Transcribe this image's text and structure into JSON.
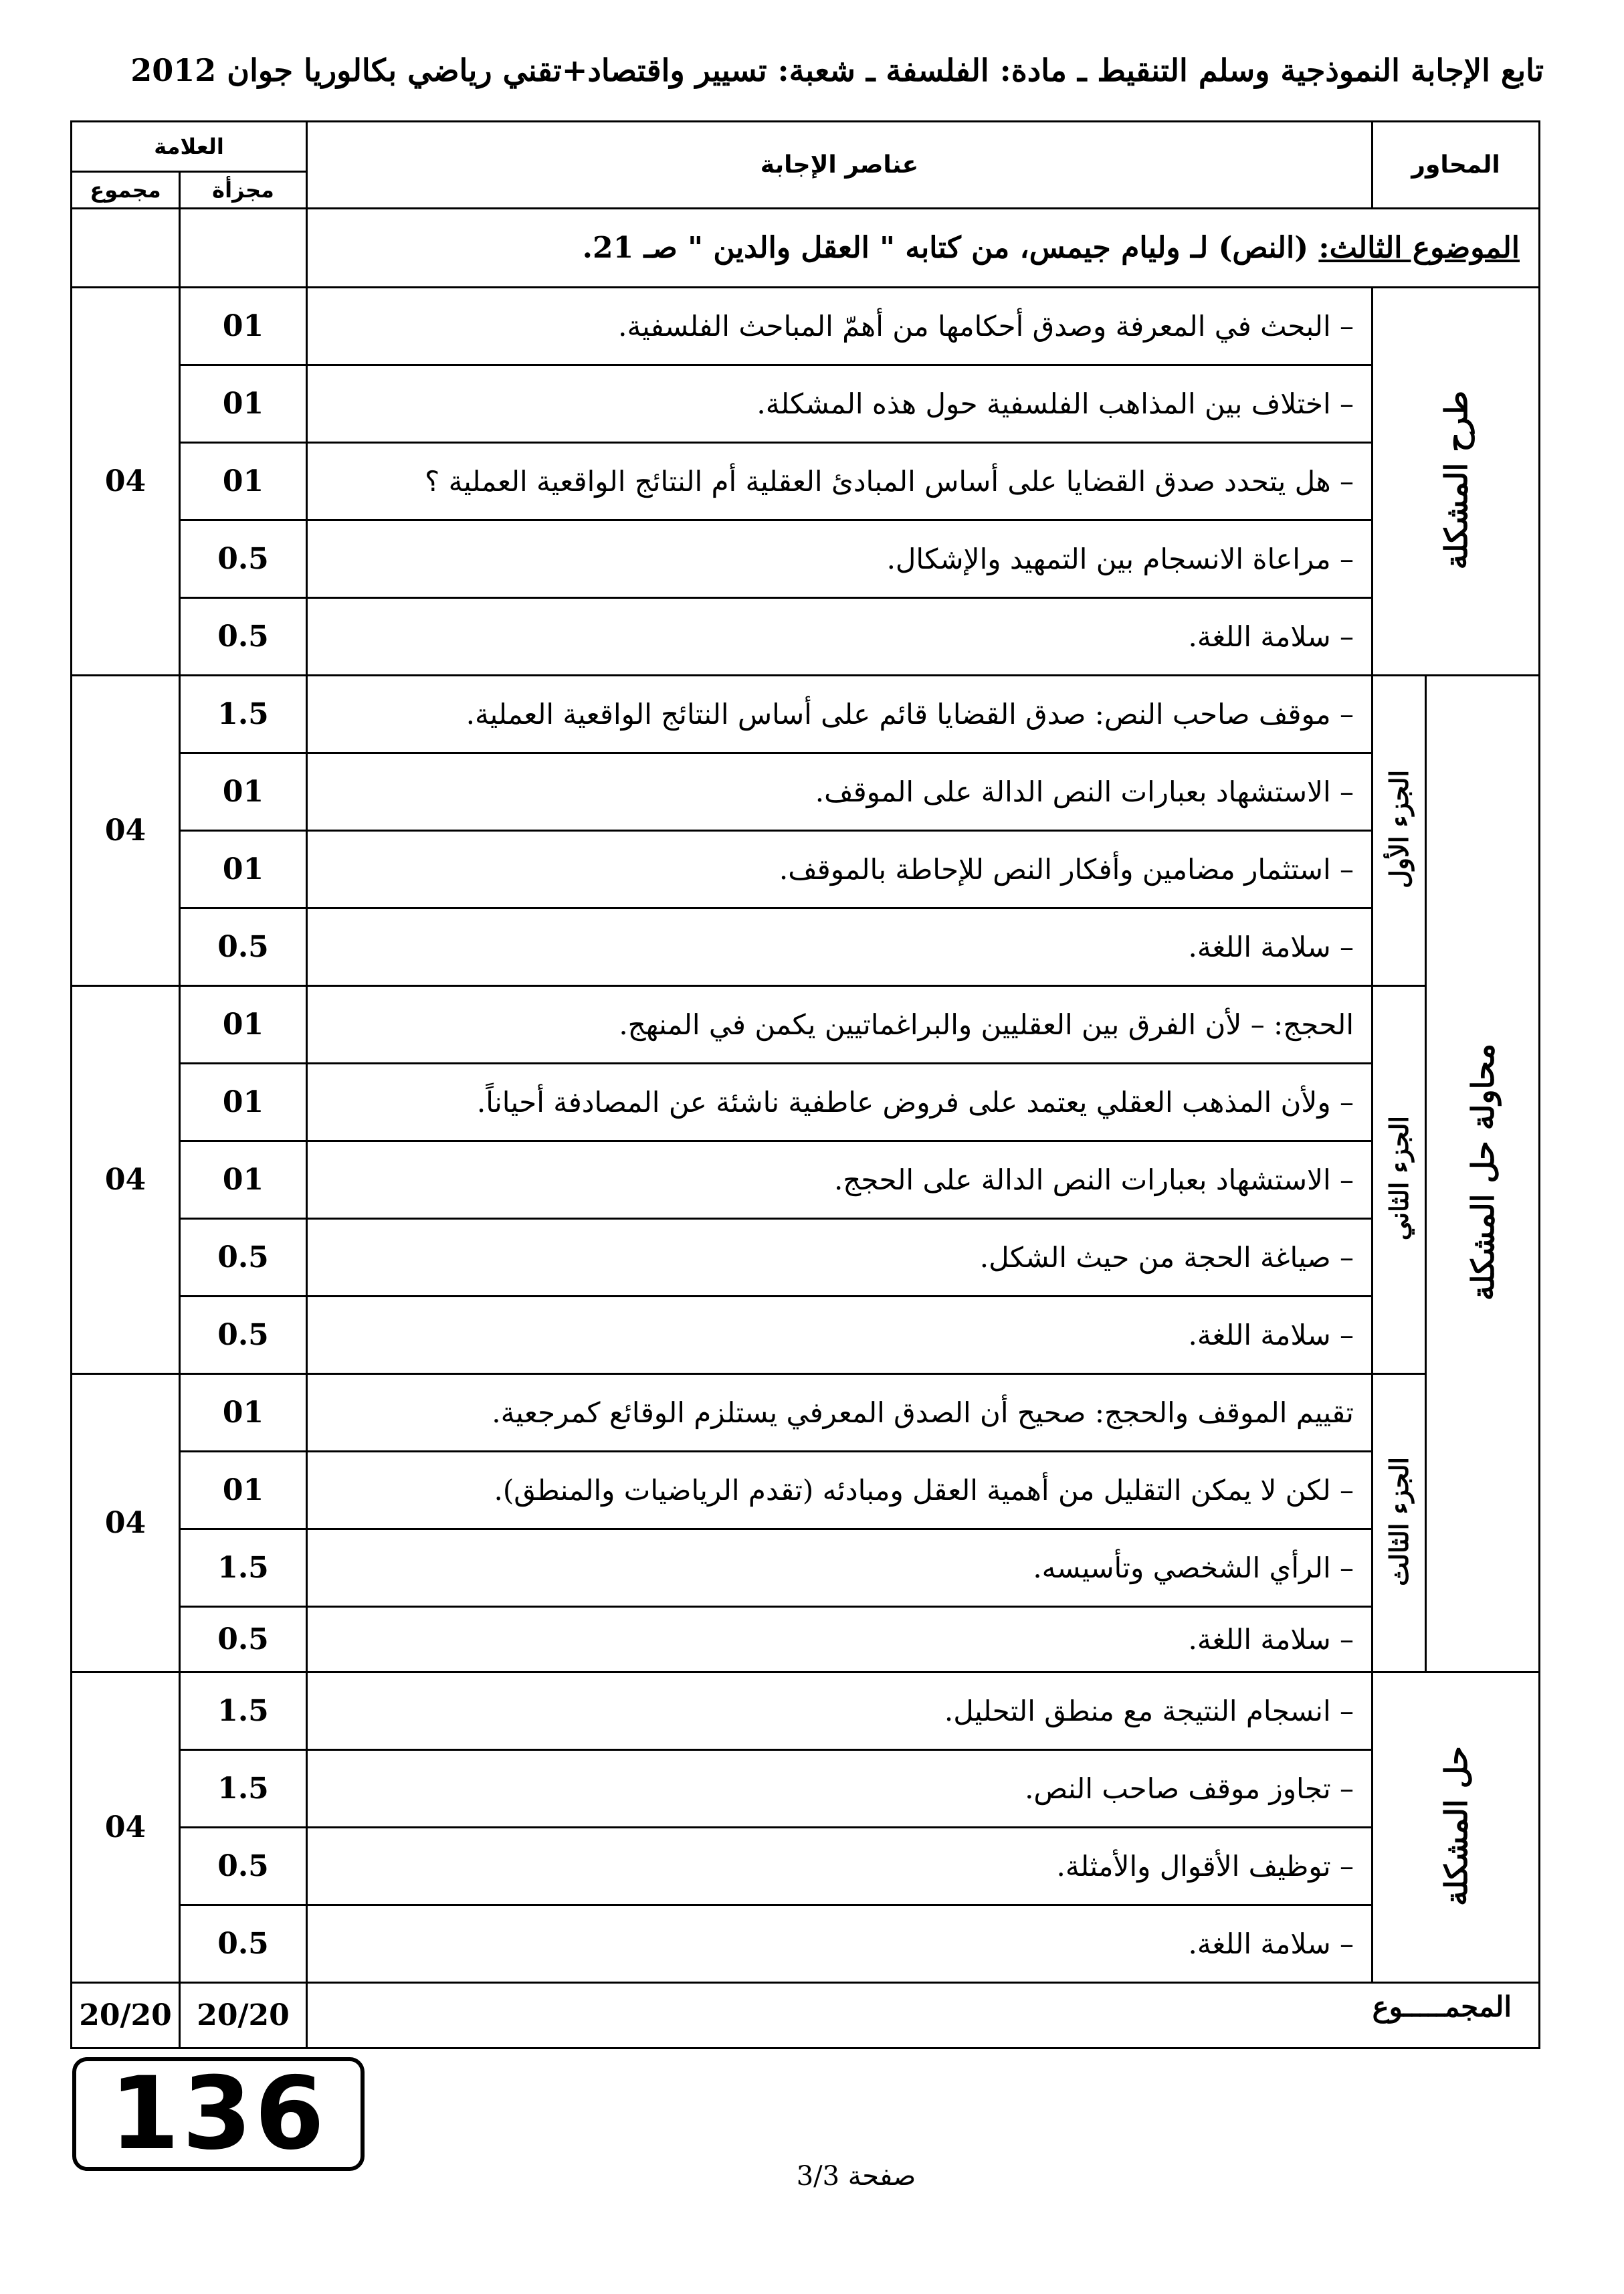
{
  "header": "تابع الإجابة النموذجية وسلم التنقيط ـ مادة: الفلسفة ـ شعبة: تسيير واقتصاد+تقني رياضي بكالوريا جوان 2012",
  "table": {
    "col_axes": "المحاور",
    "col_elements": "عناصر الإجابة",
    "col_grade": "العلامة",
    "col_partial": "مجزأة",
    "col_total": "مجموع"
  },
  "topic": {
    "label": "الموضوع الثالث:",
    "text": " (النص) لـ وليام جيمس، من كتابه \" العقل والدين \" صـ 21."
  },
  "sections": {
    "s1": {
      "axis": "طرح المشكلة",
      "total": "04",
      "items": [
        {
          "text": "– البحث في المعرفة وصدق أحكامها من أهمّ المباحث الفلسفية.",
          "score": "01"
        },
        {
          "text": "– اختلاف بين المذاهب الفلسفية حول هذه المشكلة.",
          "score": "01"
        },
        {
          "text": "– هل يتحدد صدق القضايا على أساس المبادئ العقلية أم النتائج الواقعية العملية ؟",
          "score": "01"
        },
        {
          "text": "– مراعاة الانسجام بين التمهيد والإشكال.",
          "score": "0.5"
        },
        {
          "text": "– سلامة اللغة.",
          "score": "0.5"
        }
      ]
    },
    "main_axis": "محاولة حل المشكلة",
    "s2": {
      "sub": "الجزء الأول",
      "total": "04",
      "items": [
        {
          "text": "– موقف صاحب النص: صدق القضايا قائم على أساس النتائج الواقعية العملية.",
          "score": "1.5"
        },
        {
          "text": "– الاستشهاد بعبارات النص الدالة على الموقف.",
          "score": "01"
        },
        {
          "text": "– استثمار مضامين وأفكار النص للإحاطة بالموقف.",
          "score": "01"
        },
        {
          "text": "– سلامة اللغة.",
          "score": "0.5"
        }
      ]
    },
    "s3": {
      "sub": "الجزء الثاني",
      "total": "04",
      "items": [
        {
          "text": "الحجج: – لأن الفرق بين العقليين والبراغماتيين يكمن في المنهج.",
          "score": "01"
        },
        {
          "text": "– ولأن المذهب العقلي يعتمد على فروض عاطفية ناشئة عن المصادفة أحياناً.",
          "score": "01"
        },
        {
          "text": "– الاستشهاد بعبارات النص الدالة على الحجج.",
          "score": "01"
        },
        {
          "text": "– صياغة الحجة من حيث الشكل.",
          "score": "0.5"
        },
        {
          "text": "– سلامة اللغة.",
          "score": "0.5"
        }
      ]
    },
    "s4": {
      "sub": "الجزء الثالث",
      "total": "04",
      "items": [
        {
          "text": "تقييم الموقف والحجج: صحيح أن الصدق المعرفي يستلزم الوقائع كمرجعية.",
          "score": "01"
        },
        {
          "text": "– لكن لا يمكن التقليل من أهمية العقل ومبادئه (تقدم الرياضيات والمنطق).",
          "score": "01"
        },
        {
          "text": "– الرأي الشخصي وتأسيسه.",
          "score": "1.5"
        },
        {
          "text": "– سلامة اللغة.",
          "score": "0.5"
        }
      ]
    },
    "s5": {
      "axis": "حل المشكلة",
      "total": "04",
      "items": [
        {
          "text": "– انسجام النتيجة مع منطق التحليل.",
          "score": "1.5"
        },
        {
          "text": "– تجاوز موقف صاحب النص.",
          "score": "1.5"
        },
        {
          "text": "– توظيف الأقوال والأمثلة.",
          "score": "0.5"
        },
        {
          "text": "– سلامة اللغة.",
          "score": "0.5"
        }
      ]
    }
  },
  "totals": {
    "label": "المجمـــــوع",
    "partial": "20/20",
    "total": "20/20"
  },
  "stamp": "136",
  "footer": "صفحة 3/3"
}
